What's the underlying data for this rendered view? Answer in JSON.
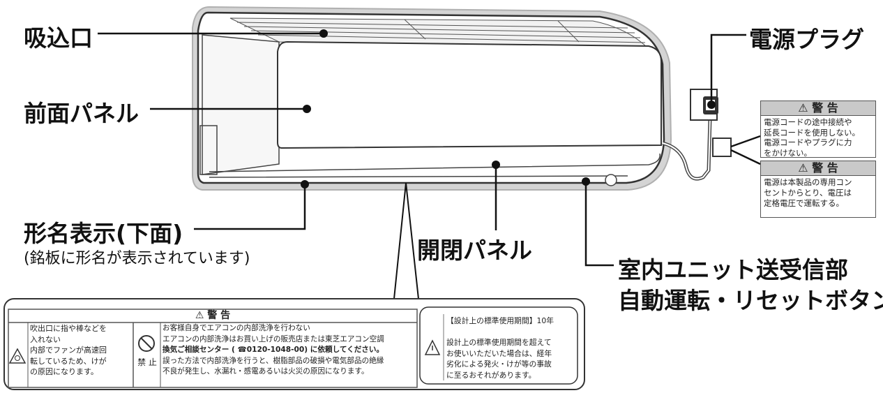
{
  "labels": {
    "intake": "吸込口",
    "front_panel": "前面パネル",
    "power_plug": "電源プラグ",
    "model_display": "形名表示(下面)",
    "model_display_note": "(銘板に形名が表示されています)",
    "open_close_panel": "開閉パネル",
    "receiver_line1": "室内ユニット送受信部",
    "receiver_line2": "自動運転・リセットボタン"
  },
  "warning_plug": {
    "header": "警 告",
    "lines": [
      "電源コードの途中接続や",
      "延長コードを使用しない。",
      "電源コードやプラグに力",
      "をかけない。"
    ]
  },
  "warning_outlet": {
    "header": "警 告",
    "lines": [
      "電源は本製品の専用コン",
      "セントからとり、電圧は",
      "定格電圧で運転する。"
    ]
  },
  "bottom_warning": {
    "header": "警 告",
    "left_lines": [
      "吹出口に指や棒などを",
      "入れない",
      "内部でファンが高速回",
      "転しているため、けが",
      "の原因になります。"
    ],
    "prohibit_label": "禁 止",
    "right_lines": [
      "お客様自身でエアコンの内部洗浄を行わない",
      "エアコンの内部洗浄はお買い上げの販売店または東芝エアコン空調",
      "換気ご相談センター ( ☎0120-1048-00) に依頼してください。",
      "誤った方法で内部洗浄を行うと、樹脂部品の破損や電気部品の絶縁",
      "不良が発生し、水漏れ・感電あるいは火災の原因になります。"
    ]
  },
  "lifetime_box": {
    "title": "【設計上の標準使用期間】10年",
    "lines": [
      "設計上の標準使用期間を超えて",
      "お使いいただいた場合は、経年",
      "劣化による発火・けが等の事故",
      "に至るおそれがあります。"
    ]
  },
  "colors": {
    "outline": "#333333",
    "halo": "#b5b5b5",
    "box_head": "#c9c9c9"
  }
}
